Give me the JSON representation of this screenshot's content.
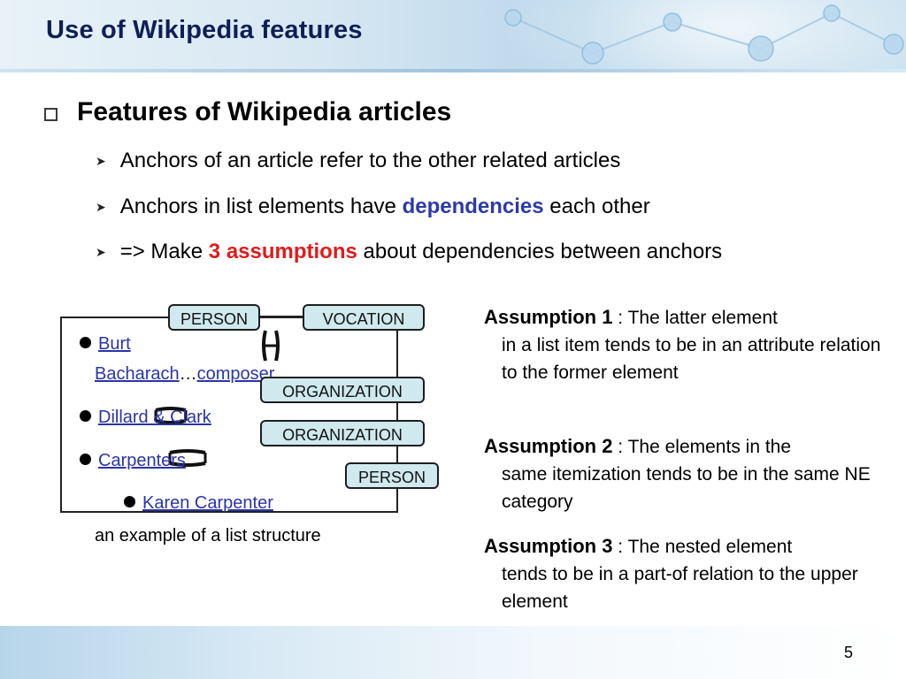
{
  "slide": {
    "title": "Use of Wikipedia features",
    "page_number": "5"
  },
  "bullets": {
    "main": "Features of Wikipedia articles",
    "sub": [
      {
        "text_before": "Anchors of an article refer to the other related articles",
        "highlight": "",
        "text_after": ""
      },
      {
        "text_before": "Anchors in list elements have ",
        "highlight": "dependencies",
        "text_after": " each other"
      },
      {
        "text_before": "=> Make ",
        "highlight": "3 assumptions",
        "text_after": " about dependencies between anchors"
      }
    ]
  },
  "diagram": {
    "labels": {
      "person_top": "PERSON",
      "vocation": "VOCATION",
      "organization_1": "ORGANIZATION",
      "organization_2": "ORGANIZATION",
      "person_bottom": "PERSON"
    },
    "list_items": {
      "item1_link1_line1": "Burt",
      "item1_link1_line2": "Bacharach",
      "item1_ellipsis": "…",
      "item1_link2": "composer",
      "item2_link": "Dillard & Clark",
      "item3_link": "Carpenters",
      "item4_link": "Karen Carpenter"
    },
    "caption": "an example of a list structure"
  },
  "assumptions": [
    {
      "label": "Assumption 1",
      "sep": " : ",
      "line1": "The latter element",
      "rest": "in a list item tends to be in an attribute relation to the former element"
    },
    {
      "label": "Assumption 2",
      "sep": " : ",
      "line1": "The elements in the",
      "rest": "same itemization tends to be in the same NE category"
    },
    {
      "label": "Assumption 3",
      "sep": " : ",
      "line1": "The nested element",
      "rest": "tends to be in a part-of relation to the upper element"
    }
  ],
  "colors": {
    "title": "#0f1f55",
    "highlight_blue": "#2d3aa7",
    "highlight_red": "#e01b1b",
    "label_box_fill": "#cfe9ee",
    "link": "#2a35a6"
  }
}
